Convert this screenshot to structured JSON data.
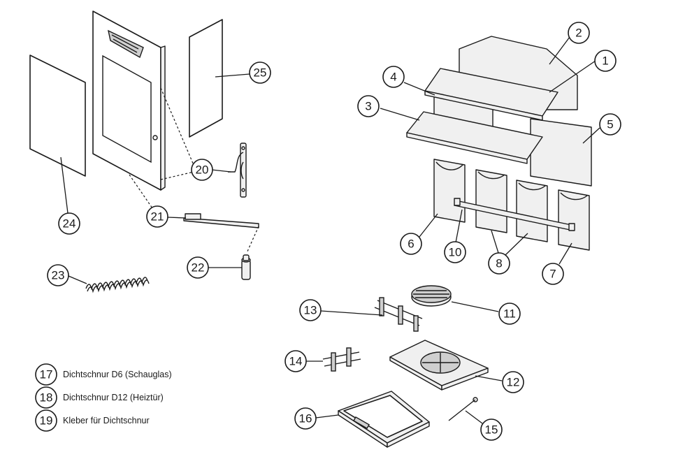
{
  "callouts": [
    "1",
    "2",
    "3",
    "4",
    "5",
    "6",
    "7",
    "8",
    "10",
    "11",
    "12",
    "13",
    "14",
    "15",
    "16",
    "20",
    "21",
    "22",
    "23",
    "24",
    "25"
  ],
  "legend": [
    {
      "number": "17",
      "text": "Dichtschnur D6 (Schauglas)"
    },
    {
      "number": "18",
      "text": "Dichtschnur D12 (Heiztür)"
    },
    {
      "number": "19",
      "text": "Kleber für Dichtschnur"
    }
  ]
}
